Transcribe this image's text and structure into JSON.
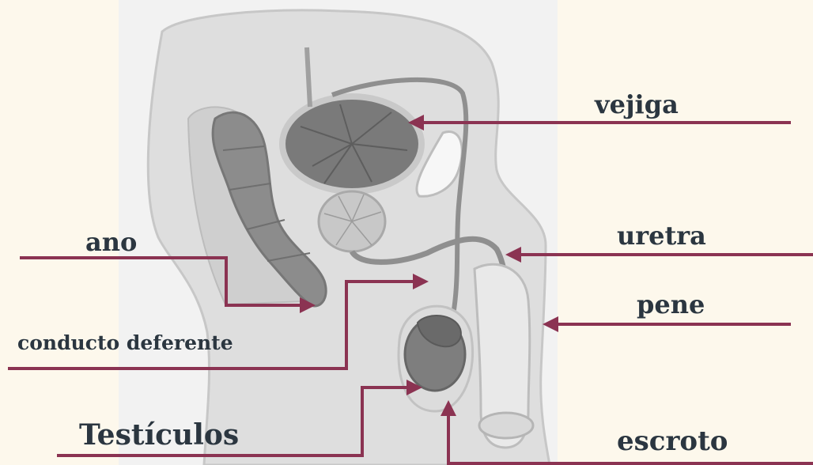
{
  "labels": {
    "vejiga": "vejiga",
    "uretra": "uretra",
    "pene": "pene",
    "escroto": "escroto",
    "ano": "ano",
    "conducto_deferente": "conducto deferente",
    "testiculos": "Testículos"
  },
  "colors": {
    "background": "#fdf8ec",
    "leader_line": "#8b3352",
    "label_text": "#2b3640",
    "tissue_light": "#e2e2e2",
    "tissue_mid": "#b9b9b9",
    "organ_dark": "#6e6e6e"
  }
}
